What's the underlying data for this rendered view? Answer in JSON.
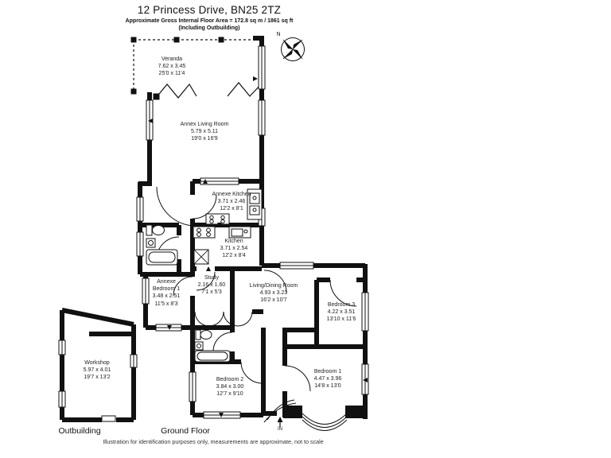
{
  "header": {
    "title": "12 Princess Drive, BN25 2TZ",
    "subtitle": "Approximate Gross Internal Floor Area = 172.8 sq m / 1861 sq ft",
    "subtitle2": "(Including Outbuilding)"
  },
  "rooms": [
    {
      "name": "Veranda",
      "metric": "7.62 x 3.45",
      "imperial": "25'0 x 11'4"
    },
    {
      "name": "Annex Living Room",
      "metric": "5.79 x 5.11",
      "imperial": "19'0 x 16'9"
    },
    {
      "name": "Annexe Kitchen",
      "metric": "3.71 x 2.46",
      "imperial": "12'2 x 8'1"
    },
    {
      "name": "Kitchen",
      "metric": "3.71 x 2.54",
      "imperial": "12'2 x 8'4"
    },
    {
      "name": "Annexe Bedroom 1",
      "metric": "3.48 x 2.51",
      "imperial": "11'5 x 8'3"
    },
    {
      "name": "Study",
      "metric": "2.16 x 1.60",
      "imperial": "7'1 x 5'3"
    },
    {
      "name": "Living/Dining Room",
      "metric": "4.93 x 3.23",
      "imperial": "16'2 x 10'7"
    },
    {
      "name": "Bedroom 3",
      "metric": "4.22 x 3.51",
      "imperial": "13'10 x 11'6"
    },
    {
      "name": "Workshop",
      "metric": "5.97 x 4.01",
      "imperial": "19'7 x 13'2"
    },
    {
      "name": "Bedroom 2",
      "metric": "3.84 x 3.00",
      "imperial": "12'7 x 9'10"
    },
    {
      "name": "Bedroom 1",
      "metric": "4.47 x 3.96",
      "imperial": "14'8 x 13'0"
    }
  ],
  "labels": {
    "outbuilding": "Outbuilding",
    "ground_floor": "Ground Floor",
    "entrance": "IN",
    "compass_north": "N"
  },
  "footer": {
    "disclaimer": "Illustration for identification purposes only, measurements are approximate, not to scale"
  },
  "colors": {
    "wall": "#111111",
    "text": "#222222",
    "background": "#ffffff"
  }
}
